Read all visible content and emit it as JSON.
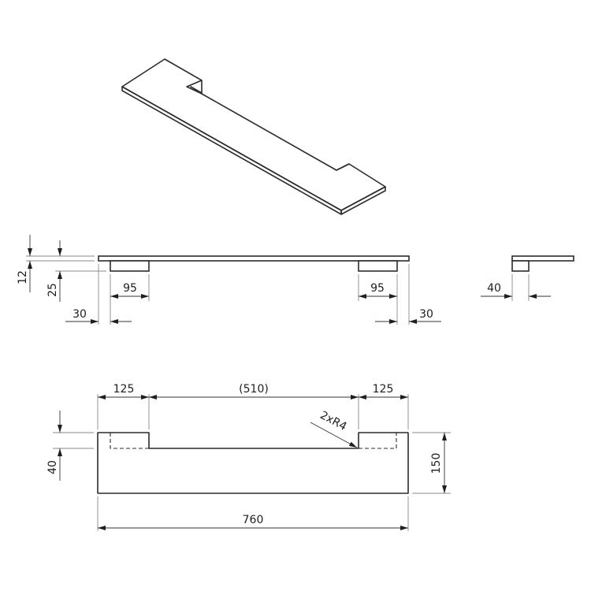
{
  "drawing": {
    "type": "technical-drawing",
    "subject": "shelf / handle plate with two notched end cutouts",
    "line_color": "#2b2b2b",
    "background": "#ffffff",
    "views": {
      "isometric": {
        "label": ""
      },
      "front": {
        "dims": {
          "thickness": "12",
          "block_height": "25",
          "left_block_width": "95",
          "right_block_width": "95",
          "left_offset": "30",
          "right_offset": "30"
        }
      },
      "side": {
        "dims": {
          "block_depth": "40"
        }
      },
      "top": {
        "dims": {
          "left_notch_width": "125",
          "middle_span": "(510)",
          "right_notch_width": "125",
          "notch_depth": "40",
          "overall_depth": "150",
          "overall_length": "760",
          "radius_note": "2xR4"
        }
      }
    }
  }
}
